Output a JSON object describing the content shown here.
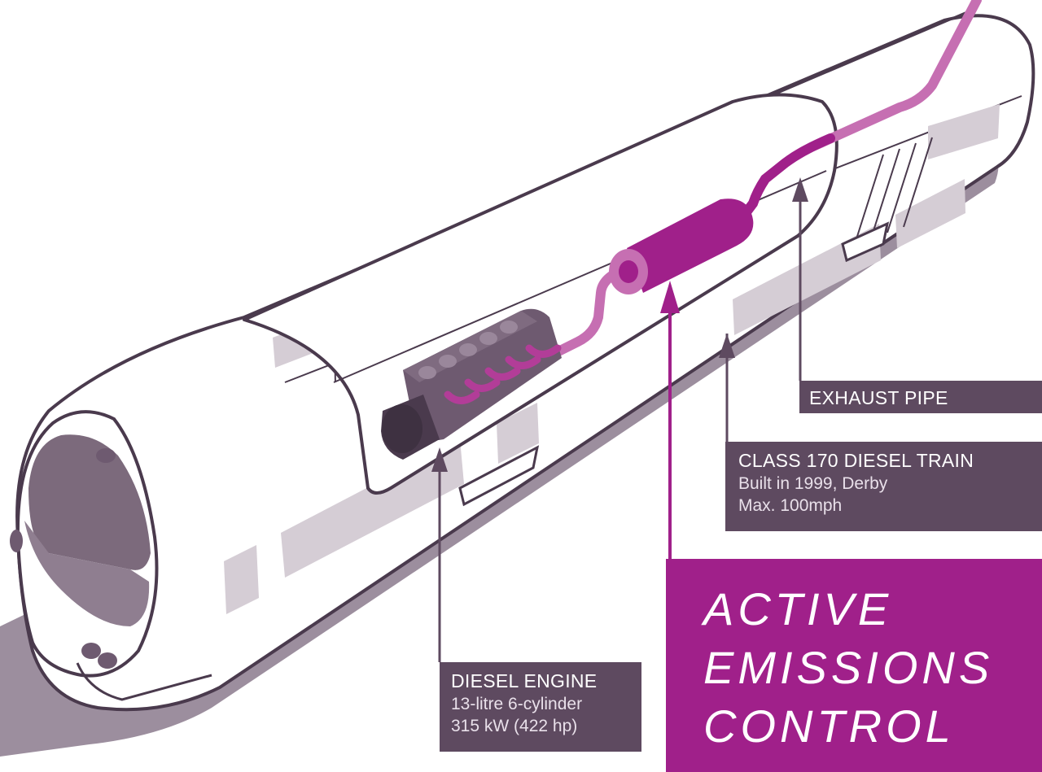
{
  "colors": {
    "outline": "#4a3a4d",
    "window_grey": "#d5cdd5",
    "dark_purple": "#5e4a60",
    "engine_block": "#6e5a70",
    "magenta": "#a0208a",
    "pipe_pink": "#c66fb2",
    "shadow": "#9c8e9e",
    "windscreen": "#7c6a7c"
  },
  "labels": {
    "exhaust_pipe": {
      "title": "EXHAUST PIPE"
    },
    "train": {
      "title": "CLASS 170 DIESEL TRAIN",
      "line1": "Built in 1999, Derby",
      "line2": "Max. 100mph"
    },
    "engine": {
      "title": "DIESEL ENGINE",
      "line1": "13-litre 6-cylinder",
      "line2": "315 kW (422 hp)"
    },
    "aec": {
      "line1": "ACTIVE",
      "line2": "EMISSIONS",
      "line3": "CONTROL"
    }
  }
}
